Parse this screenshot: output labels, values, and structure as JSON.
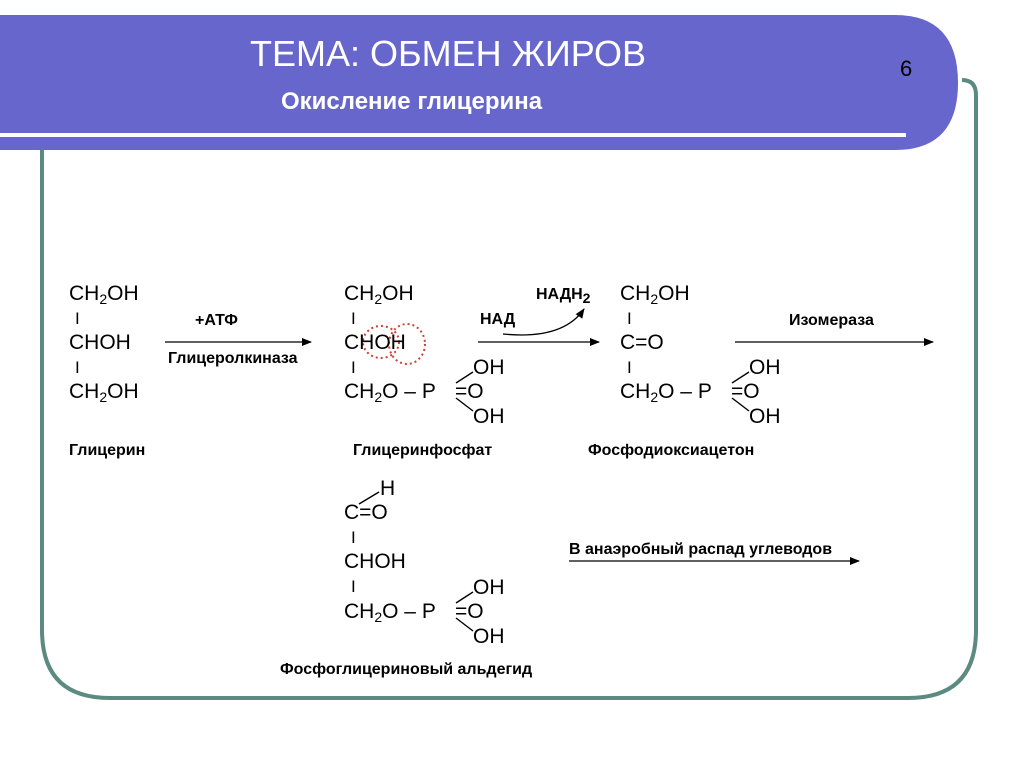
{
  "header": {
    "title": "ТЕМА: ОБМЕН ЖИРОВ",
    "subtitle": "Окисление глицерина",
    "page_number": "6"
  },
  "glycerol": {
    "line1_a": "CH",
    "line1_sub": "2",
    "line1_b": "OH",
    "line2": "CHOH",
    "line3_a": "CH",
    "line3_sub": "2",
    "line3_b": "OH",
    "bond": "I",
    "name": "Глицерин"
  },
  "arrow1": {
    "top": "+АТФ",
    "bottom": "Глицеролкиназа"
  },
  "glycerophosphate": {
    "line1_a": "CH",
    "line1_sub": "2",
    "line1_b": "OH",
    "line2": "CHOH",
    "line3_a": "CH",
    "line3_sub": "2",
    "line3_b": "O – P",
    "oh_top": "OH",
    "eq_o": "=O",
    "oh_bottom": "OH",
    "bond": "I",
    "name": "Глицеринфосфат"
  },
  "arrow2": {
    "left": "НАД",
    "top_a": "НАДН",
    "top_sub": "2"
  },
  "dhap": {
    "line1_a": "CH",
    "line1_sub": "2",
    "line1_b": "OH",
    "line2": "C=O",
    "line3_a": "CH",
    "line3_sub": "2",
    "line3_b": "O – P",
    "oh_top": "OH",
    "eq_o": "=O",
    "oh_bottom": "OH",
    "bond": "I",
    "name": "Фосфодиоксиацетон"
  },
  "arrow3": {
    "label": "Изомераза"
  },
  "gap": {
    "h": "H",
    "line1": "C=O",
    "line2": "CHOH",
    "line3_a": "CH",
    "line3_sub": "2",
    "line3_b": "O – P",
    "oh_top": "OH",
    "eq_o": "=O",
    "oh_bottom": "OH",
    "bond": "I",
    "name": "Фосфоглицериновый альдегид"
  },
  "arrow4": {
    "label": "В анаэробный распад углеводов"
  },
  "colors": {
    "header_fill": "#6666cc",
    "frame_stroke": "#5b8a80",
    "circle_stroke": "#d04030"
  }
}
